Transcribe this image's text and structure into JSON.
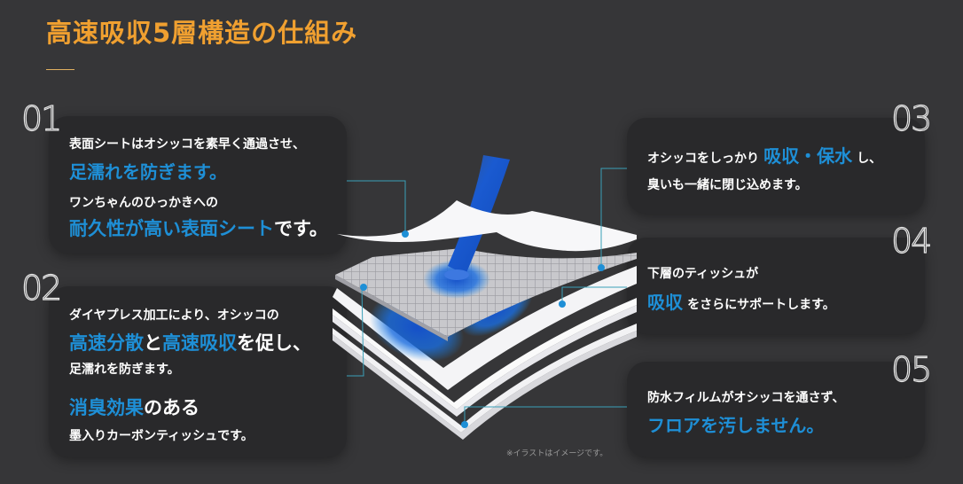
{
  "header": {
    "title": "高速吸収5層構造の仕組み"
  },
  "colors": {
    "background": "#363638",
    "card": "#29292b",
    "title_accent": "#f0a030",
    "highlight_blue": "#1e8fd6",
    "callout_line": "#3aa0b8"
  },
  "layers": [
    {
      "number": "01",
      "lines": [
        {
          "segments": [
            {
              "text": "表面シートはオシッコを素早く通過させ、",
              "style": "white"
            }
          ]
        },
        {
          "segments": [
            {
              "text": "足濡れを防ぎます。",
              "style": "blue"
            }
          ]
        },
        {
          "segments": [
            {
              "text": "ワンちゃんのひっかきへの",
              "style": "white"
            }
          ]
        },
        {
          "segments": [
            {
              "text": "耐久性が高い表面シート",
              "style": "blue"
            },
            {
              "text": "です。",
              "style": "white"
            }
          ]
        }
      ]
    },
    {
      "number": "02",
      "lines": [
        {
          "segments": [
            {
              "text": "ダイヤプレス加工により、オシッコの",
              "style": "white"
            }
          ]
        },
        {
          "segments": [
            {
              "text": "高速分散",
              "style": "blue"
            },
            {
              "text": "と",
              "style": "white"
            },
            {
              "text": "高速吸収",
              "style": "blue"
            },
            {
              "text": "を促し、",
              "style": "white"
            }
          ]
        },
        {
          "segments": [
            {
              "text": "足濡れを防ぎます。",
              "style": "white"
            }
          ]
        },
        {
          "segments": [
            {
              "text": "消臭効果",
              "style": "blue"
            },
            {
              "text": "のある",
              "style": "white"
            }
          ]
        },
        {
          "segments": [
            {
              "text": "墨入りカーボンティッシュです。",
              "style": "white"
            }
          ]
        }
      ]
    },
    {
      "number": "03",
      "lines": [
        {
          "segments": [
            {
              "text": "オシッコをしっかり",
              "style": "white"
            },
            {
              "text": "吸収・保水",
              "style": "blue"
            },
            {
              "text": "し、",
              "style": "white"
            }
          ]
        },
        {
          "segments": [
            {
              "text": "臭いも一緒に閉じ込めます。",
              "style": "white"
            }
          ]
        }
      ]
    },
    {
      "number": "04",
      "lines": [
        {
          "segments": [
            {
              "text": "下層のティッシュが",
              "style": "white"
            }
          ]
        },
        {
          "segments": [
            {
              "text": "吸収",
              "style": "blue"
            },
            {
              "text": "をさらにサポートします。",
              "style": "white"
            }
          ]
        }
      ]
    },
    {
      "number": "05",
      "lines": [
        {
          "segments": [
            {
              "text": "防水フィルムがオシッコを通さず、",
              "style": "white"
            }
          ]
        },
        {
          "segments": [
            {
              "text": "フロアを汚しません。",
              "style": "blue"
            }
          ]
        }
      ]
    }
  ],
  "illustration": {
    "description": "5-layer pad cross-section with blue liquid absorption",
    "note": "※イラストはイメージです。"
  }
}
